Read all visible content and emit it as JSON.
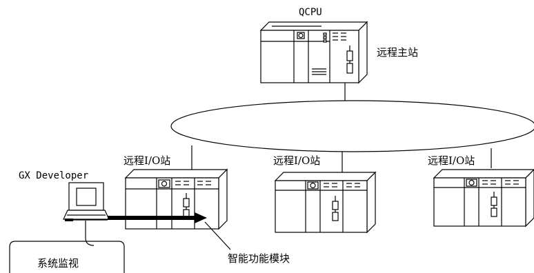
{
  "labels": {
    "qcpu": "QCPU",
    "master_station": "远程主站",
    "remote_io_1": "远程I/O站",
    "remote_io_2": "远程I/O站",
    "remote_io_3": "远程I/O站",
    "gx_developer": "GX Developer",
    "intelligent_module": "智能功能模块",
    "system_monitor": "系统监视"
  },
  "icons": {
    "laptop": "laptop-icon",
    "plc": "plc-unit-icon",
    "network": "network-ellipse",
    "arrow": "data-flow-arrow"
  },
  "colors": {
    "line": "#000000",
    "background": "#ffffff"
  }
}
